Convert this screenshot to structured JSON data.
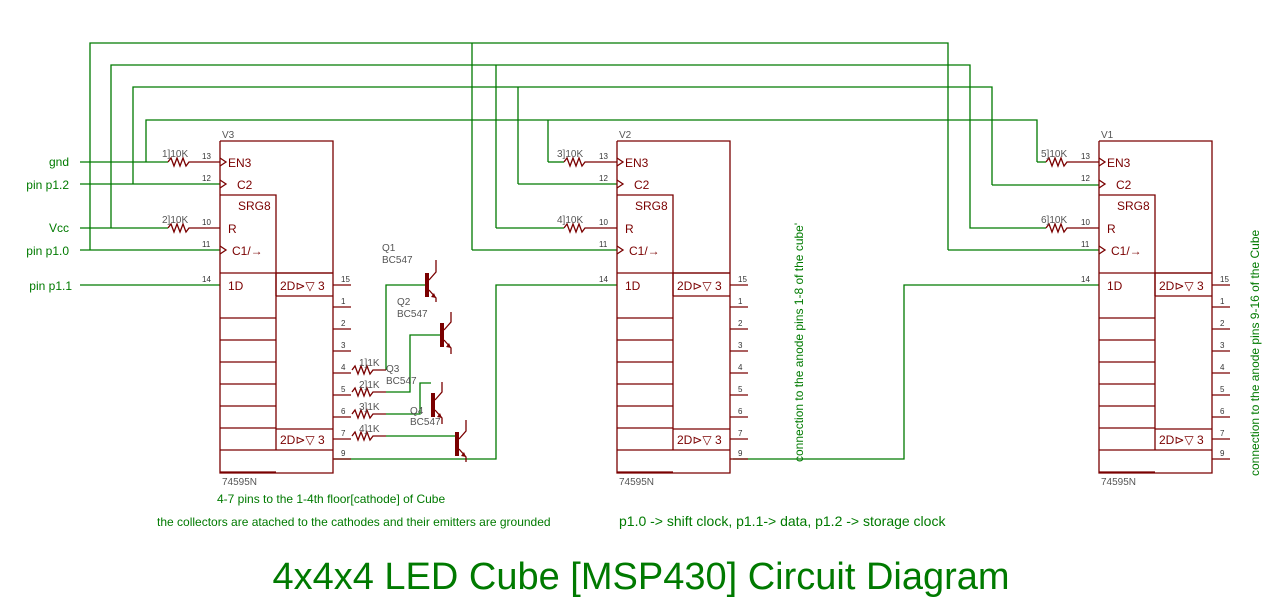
{
  "title": "4x4x4 LED Cube [MSP430] Circuit Diagram",
  "inputs": {
    "gnd": "gnd",
    "p12": "pin p1.2",
    "vcc": "Vcc",
    "p10": "pin p1.0",
    "p11": "pin p1.1"
  },
  "chips": [
    {
      "name": "V3",
      "part": "74595N",
      "func": "SRG8",
      "en": "EN3",
      "c2": "C2",
      "r": "R",
      "c1": "C1/→",
      "d": "1D",
      "out": "2D⊳▽ 3",
      "out2": "2D⊳▽ 3",
      "res_top": "1]10K",
      "res_bot": "2]10K"
    },
    {
      "name": "V2",
      "part": "74595N",
      "func": "SRG8",
      "en": "EN3",
      "c2": "C2",
      "r": "R",
      "c1": "C1/→",
      "d": "1D",
      "out": "2D⊳▽ 3",
      "out2": "2D⊳▽ 3",
      "res_top": "3]10K",
      "res_bot": "4]10K"
    },
    {
      "name": "V1",
      "part": "74595N",
      "func": "SRG8",
      "en": "EN3",
      "c2": "C2",
      "r": "R",
      "c1": "C1/→",
      "d": "1D",
      "out": "2D⊳▽ 3",
      "out2": "2D⊳▽ 3",
      "res_top": "5]10K",
      "res_bot": "6]10K"
    }
  ],
  "pins": {
    "en": "13",
    "c2": "12",
    "r": "10",
    "c1": "11",
    "d": "14",
    "q": [
      "15",
      "1",
      "2",
      "3",
      "4",
      "5",
      "6",
      "7",
      "9"
    ]
  },
  "transistors": [
    {
      "name": "Q1",
      "type": "BC547"
    },
    {
      "name": "Q2",
      "type": "BC547"
    },
    {
      "name": "Q3",
      "type": "BC547"
    },
    {
      "name": "Q4",
      "type": "BC547"
    }
  ],
  "base_resistors": [
    "1]1K",
    "2]1K",
    "3]1K",
    "4]1K"
  ],
  "notes": {
    "floor": "4-7 pins to the 1-4th floor[cathode] of Cube",
    "collectors": "the collectors are atached to the cathodes and their emitters are grounded",
    "pins_map": "p1.0 -> shift clock, p1.1-> data, p1.2 -> storage clock",
    "anode1": "connection to the anode pins 1-8 of the cube'",
    "anode2": "connection to the anode pins 9-16 of the Cube"
  }
}
